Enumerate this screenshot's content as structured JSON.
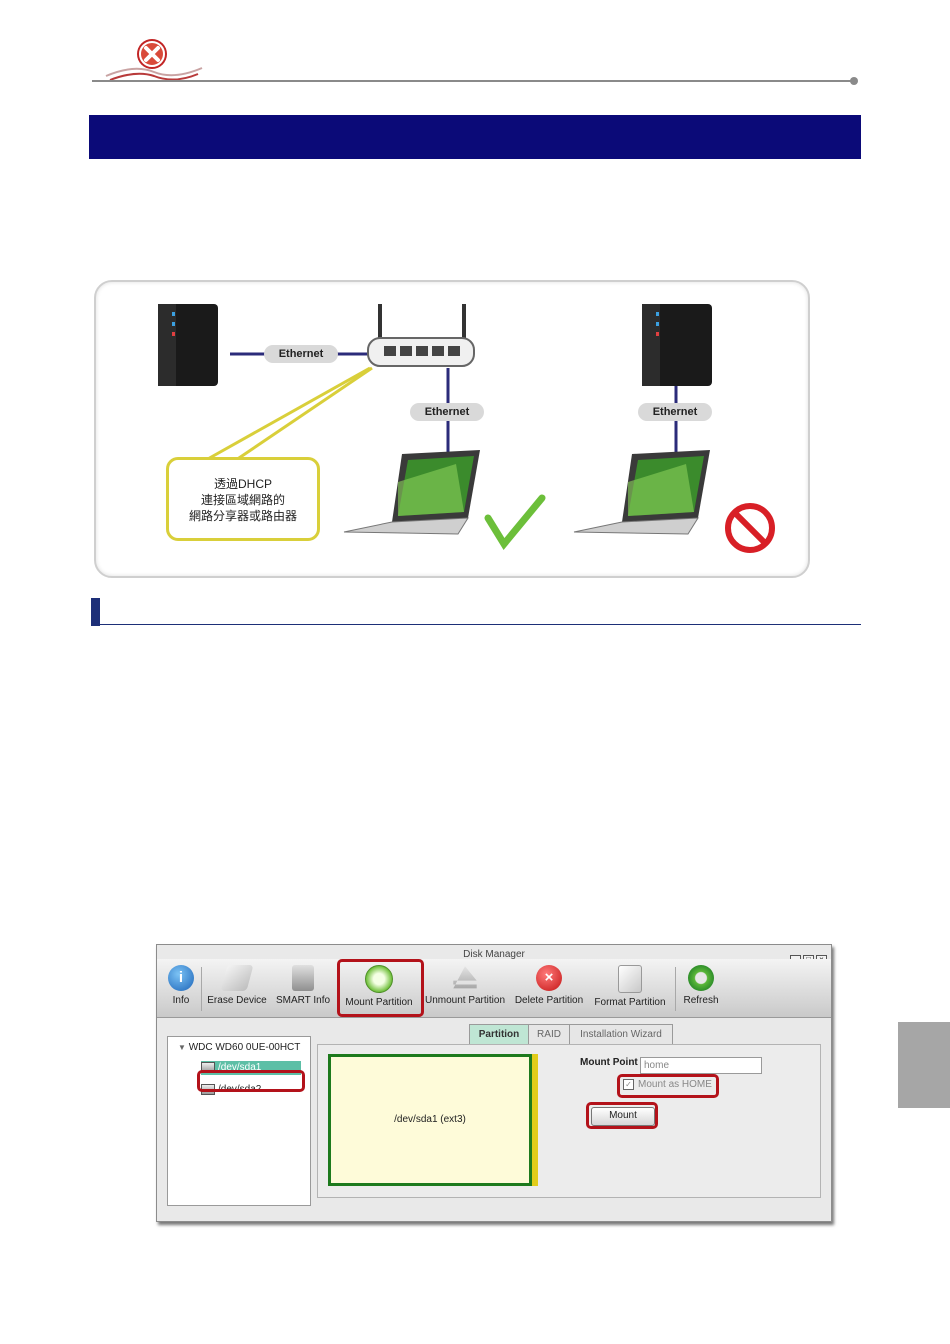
{
  "diagram": {
    "ethernet_left": "Ethernet",
    "ethernet_mid": "Ethernet",
    "ethernet_right": "Ethernet",
    "callout_lines": [
      "透過DHCP",
      "連接區域網路的",
      "網路分享器或路由器"
    ]
  },
  "disk_manager": {
    "title": "Disk Manager",
    "toolbar": [
      "Info",
      "Erase Device",
      "SMART Info",
      "Mount Partition",
      "Unmount Partition",
      "Delete Partition",
      "Format Partition",
      "Refresh"
    ],
    "tabs": [
      "Partition",
      "RAID",
      "Installation Wizard"
    ],
    "tree": {
      "disk": "WDC WD60 0UE-00HCT",
      "partitions": [
        "/dev/sda1",
        "/dev/sda2"
      ]
    },
    "partition_label": "/dev/sda1 (ext3)",
    "mount_point_label": "Mount Point",
    "mount_point_value": "home",
    "mount_as_home_label": "Mount as HOME",
    "mount_button": "Mount"
  },
  "colors": {
    "title_bar": "#0b0a78",
    "section_mark": "#1d2f78",
    "highlight": "#b3121a",
    "partition_border": "#1d7a1d"
  }
}
